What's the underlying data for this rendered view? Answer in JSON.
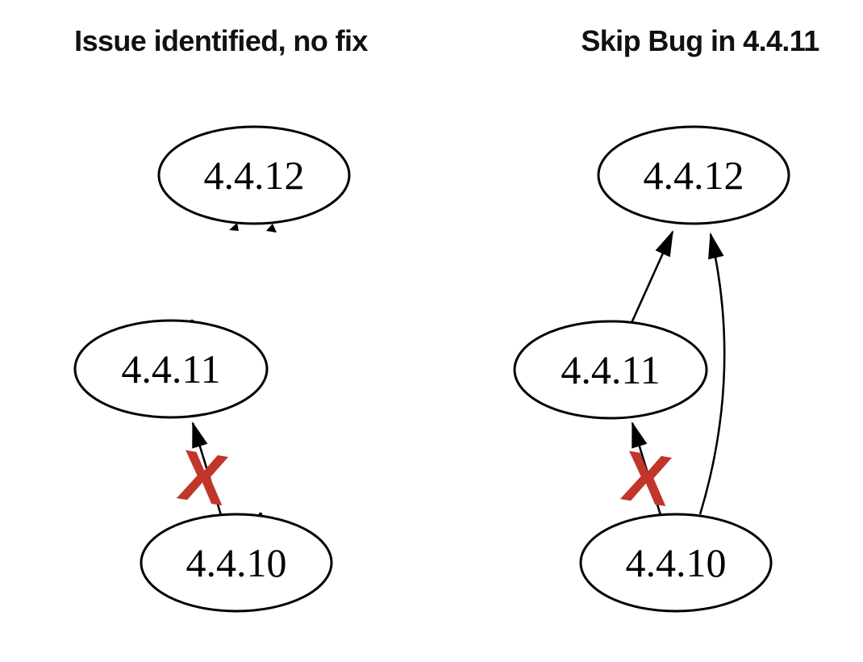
{
  "figure": {
    "background_color": "#ffffff",
    "title_color": "#111111",
    "node_stroke_color": "#000000",
    "node_fill_color": "#ffffff",
    "edge_color": "#000000",
    "blocked_x_color": "#c1352a"
  },
  "panels": [
    {
      "title": "Issue identified, no fix",
      "nodes": [
        {
          "label": "4.4.12"
        },
        {
          "label": "4.4.11"
        },
        {
          "label": "4.4.10"
        }
      ],
      "edges": [
        {
          "from": "4.4.10",
          "to": "4.4.11",
          "blocked": true,
          "marker": "X"
        }
      ],
      "artifact_note": "tiny arrowhead remnants on 4.4.12 bottom edge and stub dots on 4.4.11 / 4.4.10 where edges were erased"
    },
    {
      "title": "Skip Bug in 4.4.11",
      "nodes": [
        {
          "label": "4.4.12"
        },
        {
          "label": "4.4.11"
        },
        {
          "label": "4.4.10"
        }
      ],
      "edges": [
        {
          "from": "4.4.11",
          "to": "4.4.12",
          "blocked": false,
          "marker": ""
        },
        {
          "from": "4.4.10",
          "to": "4.4.12",
          "blocked": false,
          "marker": ""
        },
        {
          "from": "4.4.10",
          "to": "4.4.11",
          "blocked": true,
          "marker": "X"
        }
      ]
    }
  ]
}
